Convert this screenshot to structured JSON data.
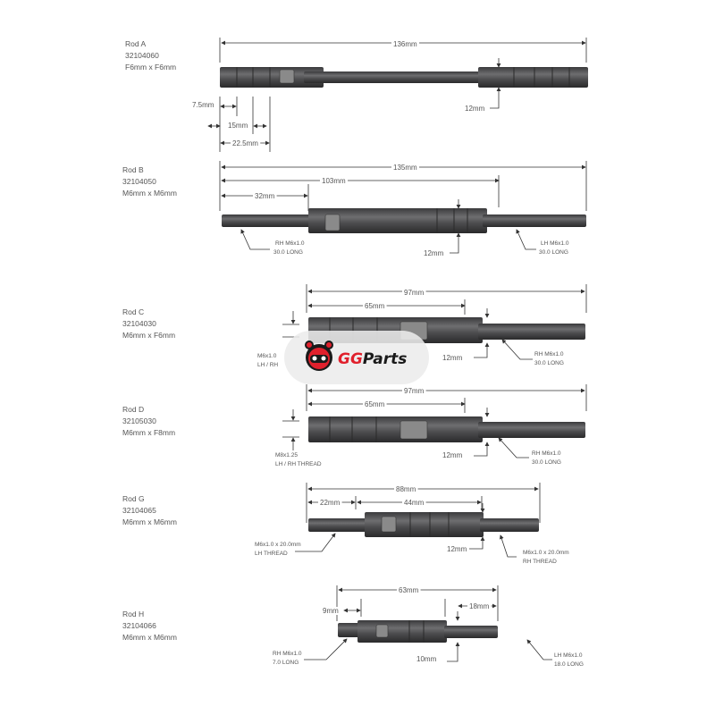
{
  "rods": [
    {
      "name": "Rod A",
      "part": "32104060",
      "spec": "F6mm x F6mm",
      "dims": {
        "overall": "136mm",
        "dia": "12mm",
        "d1": "7.5mm",
        "d2": "15mm",
        "d3": "22.5mm"
      }
    },
    {
      "name": "Rod B",
      "part": "32104050",
      "spec": "M6mm x M6mm",
      "dims": {
        "overall": "135mm",
        "mid": "103mm",
        "short": "32mm",
        "dia": "12mm"
      },
      "notes": {
        "left1": "RH M6x1.0",
        "left2": "30.0 LONG",
        "right1": "LH M6x1.0",
        "right2": "30.0 LONG"
      }
    },
    {
      "name": "Rod C",
      "part": "32104030",
      "spec": "M6mm x F6mm",
      "dims": {
        "overall": "97mm",
        "mid": "65mm",
        "dia": "12mm"
      },
      "notes": {
        "left1": "M6x1.0",
        "left2": "LH / RH",
        "right1": "RH M6x1.0",
        "right2": "30.0 LONG"
      }
    },
    {
      "name": "Rod D",
      "part": "32105030",
      "spec": "M6mm x F8mm",
      "dims": {
        "overall": "97mm",
        "mid": "65mm",
        "dia": "12mm"
      },
      "notes": {
        "left1": "M8x1.25",
        "left2": "LH / RH THREAD",
        "right1": "RH M6x1.0",
        "right2": "30.0 LONG"
      }
    },
    {
      "name": "Rod G",
      "part": "32104065",
      "spec": "M6mm x M6mm",
      "dims": {
        "overall": "88mm",
        "short": "22mm",
        "mid": "44mm",
        "dia": "12mm"
      },
      "notes": {
        "left1": "M6x1.0 x 20.0mm",
        "left2": "LH THREAD",
        "right1": "M6x1.0 x 20.0mm",
        "right2": "RH THREAD"
      }
    },
    {
      "name": "Rod H",
      "part": "32104066",
      "spec": "M6mm x M6mm",
      "dims": {
        "overall": "63mm",
        "short": "9mm",
        "end": "18mm",
        "dia": "10mm"
      },
      "notes": {
        "left1": "RH M6x1.0",
        "left2": "7.0 LONG",
        "right1": "LH M6x1.0",
        "right2": "18.0 LONG"
      }
    }
  ],
  "watermark": {
    "brand_a": "GG",
    "brand_b": "Parts",
    "accent": "#e0202c"
  },
  "colors": {
    "rod": "#4a4a4c",
    "rod_light": "#6b6b6e",
    "line": "#333333"
  }
}
